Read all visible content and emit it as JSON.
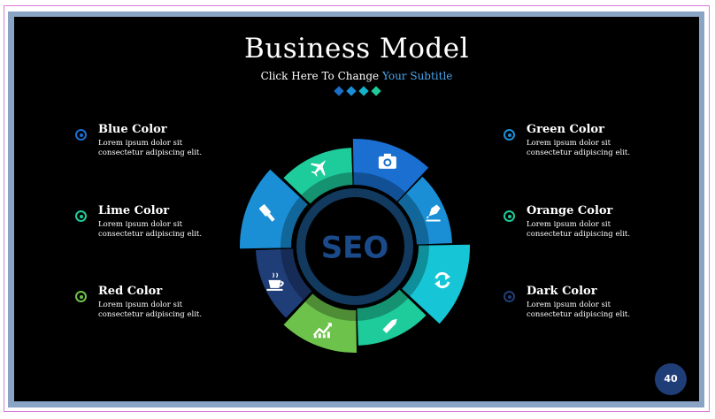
{
  "slide": {
    "title": "Business Model",
    "subtitle_prefix": "Click Here To Change ",
    "subtitle_accent": "Your Subtitle",
    "page_number": "40"
  },
  "center_label": "SEO",
  "diamond_colors": [
    "#1a6fc8",
    "#1a8fd6",
    "#16b3c8",
    "#1ecb9a"
  ],
  "left_items": [
    {
      "title": "Blue Color",
      "text": "Lorem ipsum dolor sit consectetur adipiscing elit.",
      "color": "#1a6fd0"
    },
    {
      "title": "Lime Color",
      "text": "Lorem ipsum dolor sit consectetur adipiscing elit.",
      "color": "#1ecb9a"
    },
    {
      "title": "Red Color",
      "text": "Lorem ipsum dolor sit consectetur adipiscing elit.",
      "color": "#6cc24a"
    }
  ],
  "right_items": [
    {
      "title": "Green Color",
      "text": "Lorem ipsum dolor sit consectetur adipiscing elit.",
      "color": "#1a8fd6"
    },
    {
      "title": "Orange Color",
      "text": "Lorem ipsum dolor sit consectetur adipiscing elit.",
      "color": "#1ecb9a"
    },
    {
      "title": "Dark Color",
      "text": "Lorem ipsum dolor sit consectetur adipiscing elit.",
      "color": "#1f3e78"
    }
  ],
  "segments": [
    {
      "icon": "camera-icon",
      "color": "#1a6fd0"
    },
    {
      "icon": "pen-nib-icon",
      "color": "#1a8fd6"
    },
    {
      "icon": "refresh-icon",
      "color": "#16c6d6"
    },
    {
      "icon": "pencil-icon",
      "color": "#1ecb9a"
    },
    {
      "icon": "growth-chart-icon",
      "color": "#6cc24a"
    },
    {
      "icon": "coffee-cup-icon",
      "color": "#1f3e78"
    },
    {
      "icon": "usb-key-icon",
      "color": "#1a8fd6"
    },
    {
      "icon": "airplane-icon",
      "color": "#1ecb9a"
    }
  ]
}
